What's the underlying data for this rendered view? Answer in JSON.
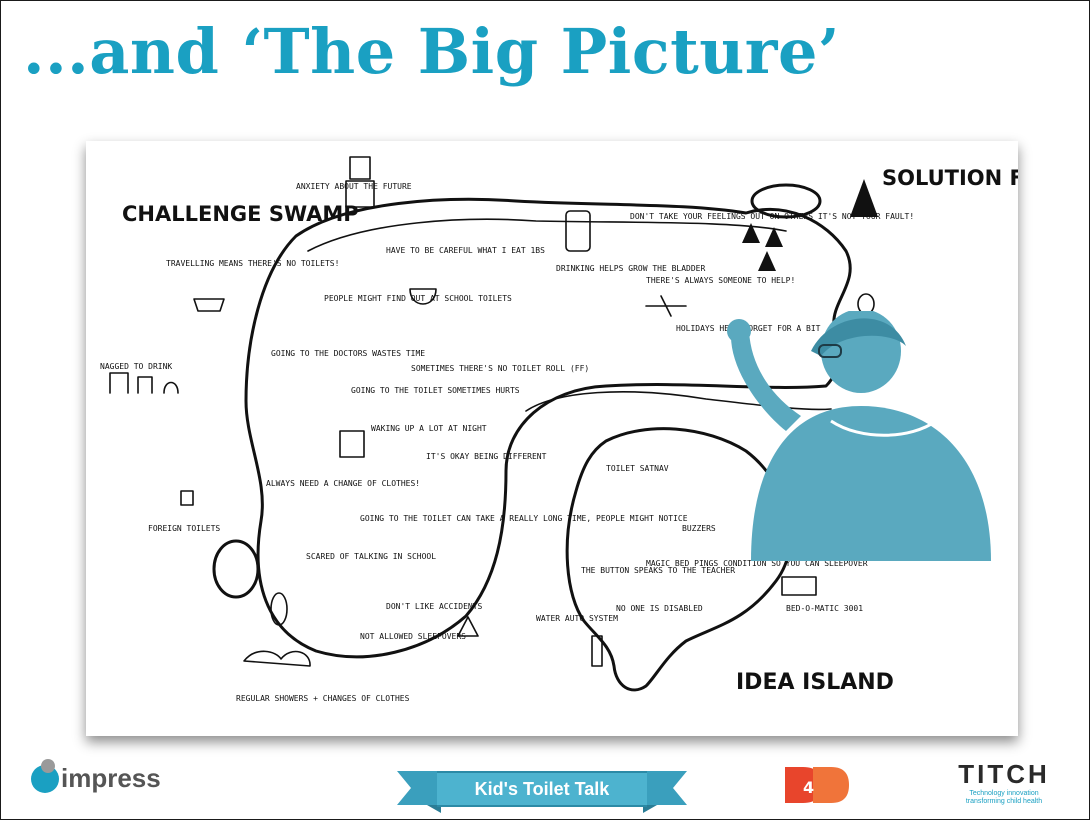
{
  "slide": {
    "title": "...and ‘The Big Picture’"
  },
  "map": {
    "regions": {
      "challenge_swamp": "CHALLENGE SWAMP",
      "solution_forest": "SOLUTION FOREST",
      "idea_island": "IDEA ISLAND"
    },
    "notes": {
      "anxiety": "ANXIETY ABOUT THE FUTURE",
      "travelling": "TRAVELLING MEANS THERE'S NO TOILETS!",
      "careful": "HAVE TO BE CAREFUL WHAT I EAT 1BS",
      "find_out": "PEOPLE MIGHT FIND OUT AT SCHOOL TOILETS",
      "doctors": "GOING TO THE DOCTORS WASTES TIME",
      "no_toilet_roll": "SOMETIMES THERE'S NO TOILET ROLL (FF)",
      "hurts": "GOING TO THE TOILET SOMETIMES HURTS",
      "waking": "WAKING UP A LOT AT NIGHT",
      "different": "IT'S OKAY BEING DIFFERENT",
      "change_clothes": "ALWAYS NEED A CHANGE OF CLOTHES!",
      "long_time": "GOING TO THE TOILET CAN TAKE A REALLY LONG TIME, PEOPLE MIGHT NOTICE",
      "scared": "SCARED OF TALKING IN SCHOOL",
      "accidents": "DON'T LIKE ACCIDENTS",
      "sleepovers": "NOT ALLOWED SLEEPOVERS",
      "nagged": "NAGGED TO DRINK",
      "foreign": "FOREIGN TOILETS",
      "showers": "REGULAR SHOWERS + CHANGES OF CLOTHES",
      "drinking": "DRINKING HELPS GROW THE BLADDER",
      "feelings": "DON'T TAKE YOUR FEELINGS OUT ON OTHERS IT'S NOT YOUR FAULT!",
      "someone": "THERE'S ALWAYS SOMEONE TO HELP!",
      "holidays": "HOLIDAYS HELP FORGET FOR A BIT",
      "satnav": "TOILET SATNAV",
      "buzzers": "BUZZERS",
      "bed_machine": "BED-O-MATIC 3001",
      "sleepover_bed": "MAGIC BED PINGS CONDITION SO YOU CAN SLEEPOVER",
      "button": "THE BUTTON SPEAKS TO THE TEACHER",
      "disabled": "NO ONE IS DISABLED",
      "water": "WATER AUTO SYSTEM"
    }
  },
  "footer": {
    "impress": "impress",
    "banner": "Kid's Toilet Talk",
    "d4d": "D4D",
    "titch_word": "TITCH",
    "titch_tag": "Technology innovation transforming child health"
  },
  "colors": {
    "accent": "#1aa0c2",
    "figure": "#5aa9bf",
    "d4d": "#e8452c"
  }
}
